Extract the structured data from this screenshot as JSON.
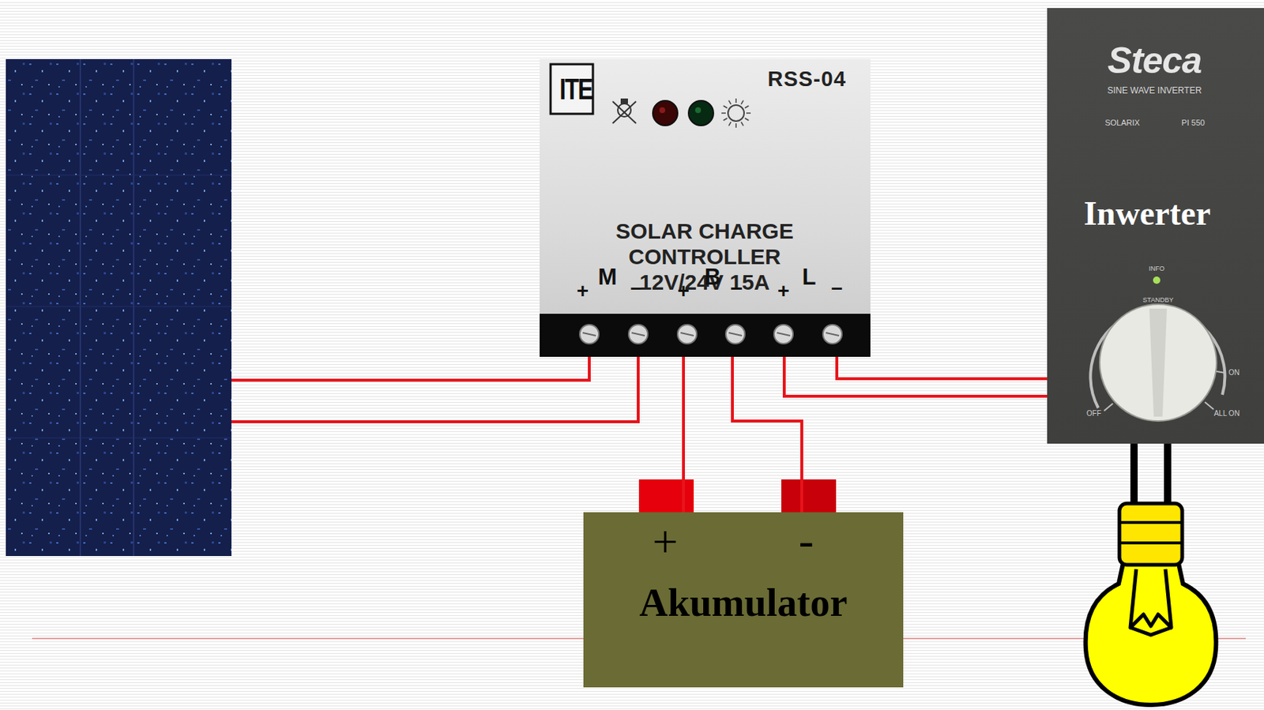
{
  "diagram": {
    "nodes": [
      {
        "text": [
          "ITE",
          "RSS-04",
          "SOLAR CHARGE CONTROLLER 12V/24V 15A"
        ]
      },
      {
        "text": [
          "+",
          "-",
          "Akumulator"
        ]
      },
      {
        "text": [
          "Steca",
          "SINE WAVE INVERTER",
          "SOLARIX",
          "PI 550",
          "Inwerter",
          "INFO",
          "STANDBY",
          "OFF",
          "ON",
          "ALL ON"
        ]
      }
    ],
    "edges": [
      {
        "from": 0,
        "to": 1,
        "arrow": "none"
      },
      {
        "from": 0,
        "to": 1,
        "arrow": "none"
      },
      {
        "from": 0,
        "to": 2,
        "arrow": "none"
      },
      {
        "from": 0,
        "to": 2,
        "arrow": "none"
      }
    ],
    "labels": [
      "+",
      "M",
      "–",
      "+",
      "B",
      "–",
      "+",
      "L",
      "–"
    ]
  }
}
